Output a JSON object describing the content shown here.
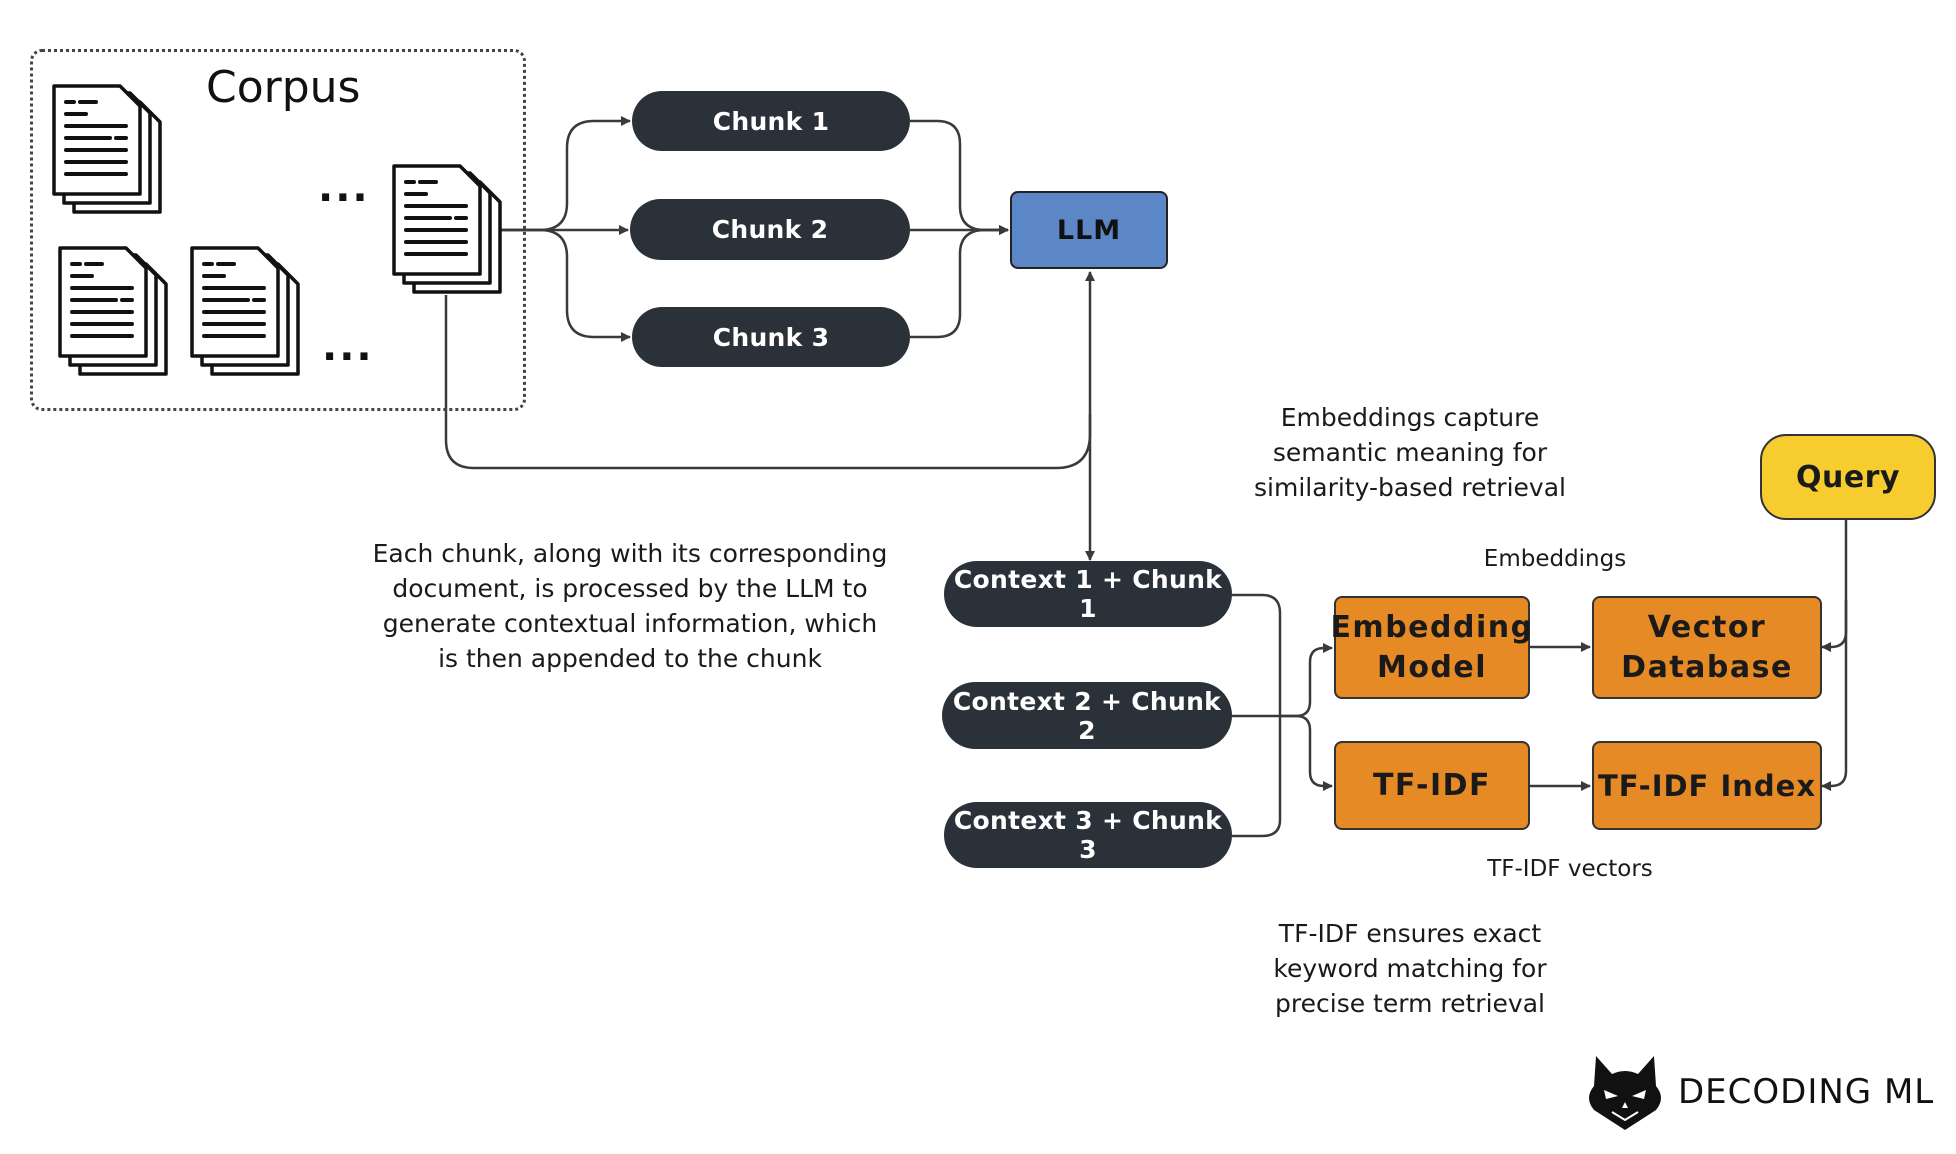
{
  "corpus": {
    "label": "Corpus",
    "ellipsis": "..."
  },
  "chunks": [
    "Chunk 1",
    "Chunk 2",
    "Chunk 3"
  ],
  "llm": "LLM",
  "contexts": [
    "Context 1 + Chunk 1",
    "Context 2 + Chunk 2",
    "Context 3 + Chunk 3"
  ],
  "embedding_model": "Embedding Model",
  "vector_database": "Vector Database",
  "tfidf": "TF-IDF",
  "tfidf_index": "TF-IDF Index",
  "query": "Query",
  "labels": {
    "embeddings": "Embeddings",
    "tfidf_vectors": "TF-IDF vectors"
  },
  "notes": {
    "chunk_processing": "Each chunk, along with its corresponding document, is processed by the LLM to generate contextual information, which is then appended to the chunk",
    "embeddings": "Embeddings capture semantic meaning for similarity-based retrieval",
    "tfidf": "TF-IDF ensures exact keyword matching for precise term retrieval"
  },
  "brand": "DECODING ML",
  "colors": {
    "chunk_pill": "#2a3138",
    "llm": "#5b87c6",
    "orange_box": "#e58a25",
    "query": "#f7cc2f"
  },
  "icons": [
    "document-stack-icon",
    "cat-logo-icon"
  ]
}
